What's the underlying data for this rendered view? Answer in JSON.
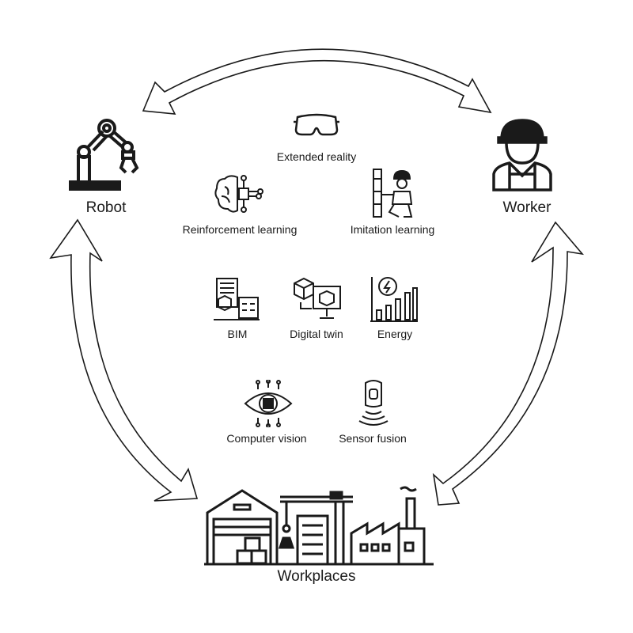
{
  "nodes": {
    "robot": {
      "label": "Robot",
      "icon": "robot-arm-icon"
    },
    "worker": {
      "label": "Worker",
      "icon": "construction-worker-icon"
    },
    "workplaces": {
      "label": "Workplaces",
      "icon": "workplaces-icon"
    }
  },
  "technologies": [
    {
      "label": "Extended reality",
      "icon": "vr-headset-icon"
    },
    {
      "label": "Reinforcement learning",
      "icon": "brain-circuit-icon"
    },
    {
      "label": "Imitation learning",
      "icon": "worker-imitation-icon"
    },
    {
      "label": "BIM",
      "icon": "bim-building-icon"
    },
    {
      "label": "Digital twin",
      "icon": "digital-twin-icon"
    },
    {
      "label": "Energy",
      "icon": "energy-chart-icon"
    },
    {
      "label": "Computer vision",
      "icon": "eye-chip-icon"
    },
    {
      "label": "Sensor fusion",
      "icon": "sensor-icon"
    }
  ],
  "arrows": [
    "robot-worker",
    "robot-workplaces",
    "worker-workplaces"
  ],
  "colors": {
    "stroke": "#1a1a1a",
    "background": "#ffffff"
  }
}
